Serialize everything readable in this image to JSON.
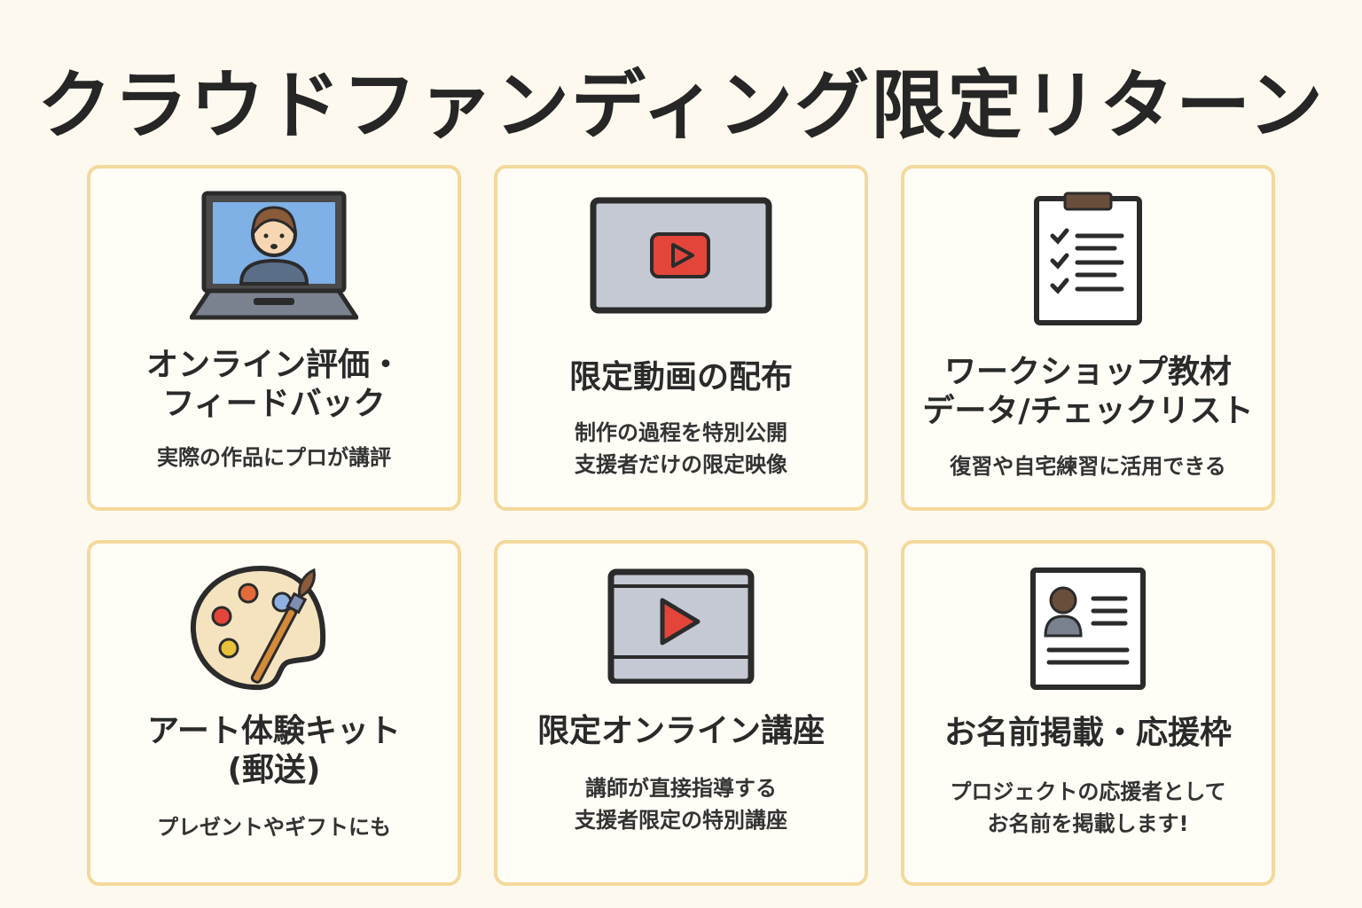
{
  "title": "クラウドファンディング限定リターン",
  "cards": [
    {
      "title": "オンライン評価・\nフィードバック",
      "sub": "実際の作品にプロが講評",
      "icon": "laptop-person-icon"
    },
    {
      "title": "限定動画の配布",
      "sub": "制作の過程を特別公開\n支援者だけの限定映像",
      "icon": "video-play-icon"
    },
    {
      "title": "ワークショップ教材\nデータ/チェックリスト",
      "sub": "復習や自宅練習に活用できる",
      "icon": "clipboard-checklist-icon"
    },
    {
      "title": "アート体験キット\n(郵送)",
      "sub": "プレゼントやギフトにも",
      "icon": "paint-palette-icon"
    },
    {
      "title": "限定オンライン講座",
      "sub": "講師が直接指導する\n支援者限定の特別講座",
      "icon": "online-course-video-icon"
    },
    {
      "title": "お名前掲載・応援枠",
      "sub": "プロジェクトの応援者として\nお名前を掲載します!",
      "icon": "profile-card-icon"
    }
  ],
  "colors": {
    "card_border": "#f3d99c",
    "background": "#fdf9ee",
    "accent_red": "#e3453a"
  }
}
